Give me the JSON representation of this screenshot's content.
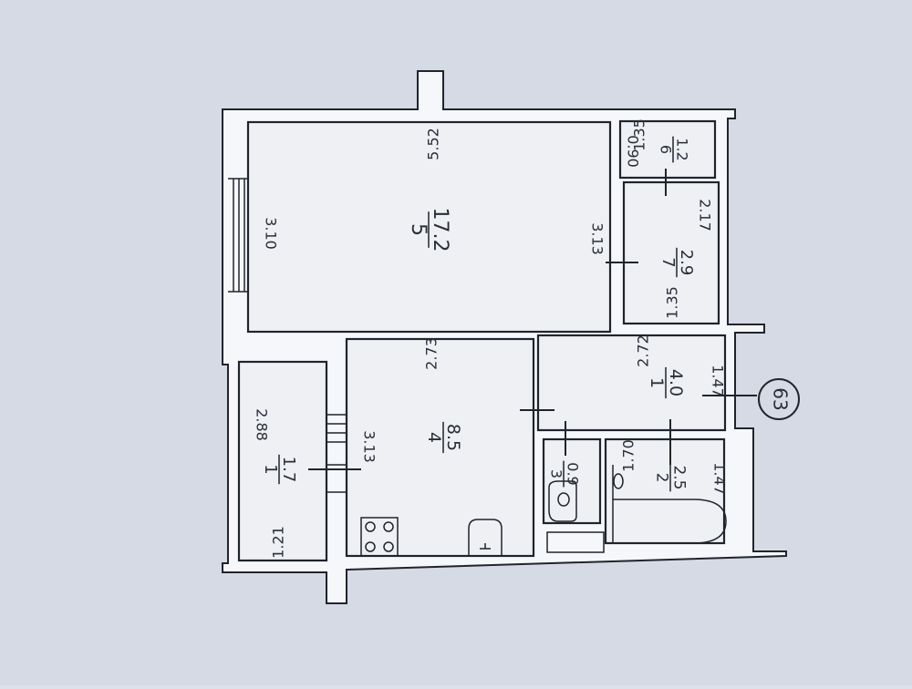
{
  "plan": {
    "apartment_number": "63",
    "rooms": [
      {
        "id": "1",
        "area": "4.0",
        "dims": [
          "2.72",
          "1.47"
        ]
      },
      {
        "id": "2",
        "area": "2.5",
        "dims": [
          "1.70",
          "1.47"
        ]
      },
      {
        "id": "3",
        "area": "0.9",
        "dims": []
      },
      {
        "id": "4",
        "area": "8.5",
        "dims": [
          "2.73",
          "3.13"
        ]
      },
      {
        "id": "5",
        "area": "17.2",
        "dims": [
          "5.52",
          "3.10",
          "3.13"
        ]
      },
      {
        "id": "6",
        "area": "1.2",
        "dims": [
          "1.35",
          "0.90"
        ]
      },
      {
        "id": "7",
        "area": "2.9",
        "dims": [
          "1.35",
          "2.17"
        ]
      },
      {
        "id": "1",
        "area": "1.7",
        "dims": [
          "2.88",
          "1.21"
        ]
      }
    ]
  }
}
